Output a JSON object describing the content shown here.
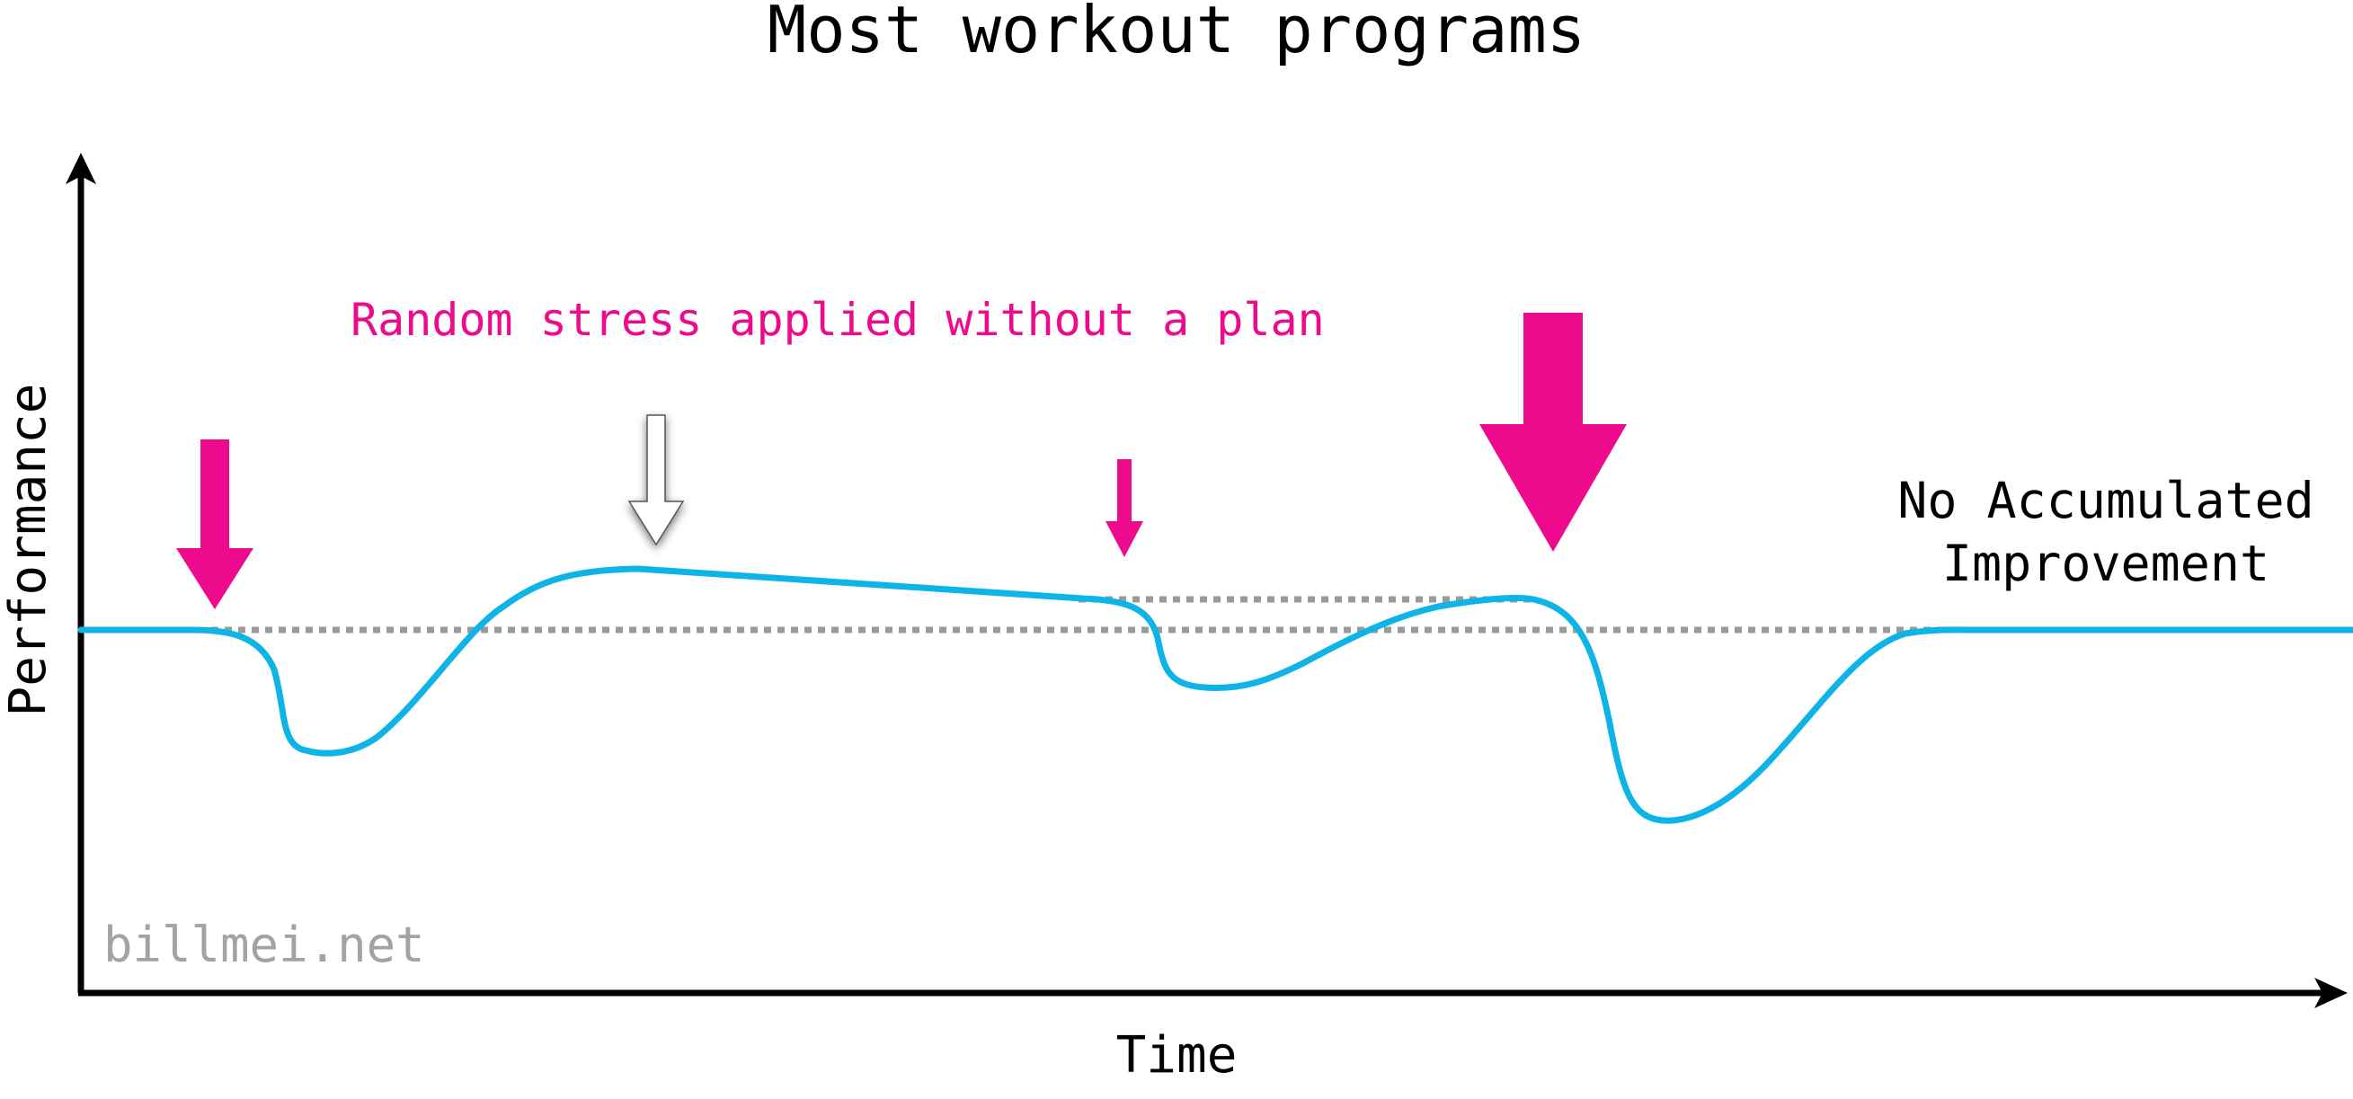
{
  "title": "Most workout programs",
  "axes": {
    "x_label": "Time",
    "y_label": "Performance"
  },
  "annotations": {
    "stress_label": "Random stress applied without a plan",
    "outcome_line1": "No Accumulated",
    "outcome_line2": "Improvement"
  },
  "watermark": "billmei.net",
  "colors": {
    "curve": "#0fb4e6",
    "stress_arrow": "#ee0a8c",
    "baseline": "#9a9a9a",
    "axis": "#000000",
    "watermark": "#a3a3a3"
  },
  "stress_arrows": [
    {
      "name": "stress-1",
      "color": "magenta",
      "size": "medium"
    },
    {
      "name": "stress-2",
      "color": "white",
      "size": "medium"
    },
    {
      "name": "stress-3",
      "color": "magenta",
      "size": "small"
    },
    {
      "name": "stress-4",
      "color": "magenta",
      "size": "large"
    }
  ],
  "icons": [
    "down-arrow-icon"
  ]
}
